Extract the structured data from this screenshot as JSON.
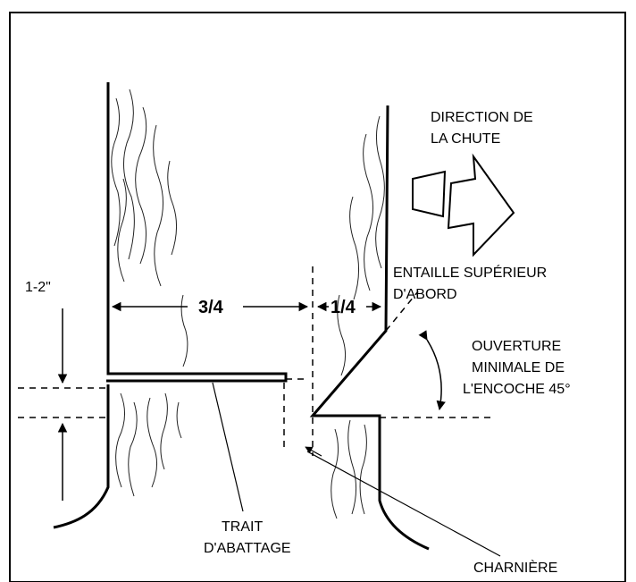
{
  "labels": {
    "direction": [
      "DIRECTION DE",
      "LA CHUTE"
    ],
    "entaille": [
      "ENTAILLE SUPÉRIEUR",
      "D'ABORD"
    ],
    "ouverture": [
      "OUVERTURE",
      "MINIMALE DE",
      "L'ENCOCHE 45°"
    ],
    "height": "1-2\"",
    "three_quarter": "3/4",
    "one_quarter": "1/4",
    "trait": [
      "TRAIT",
      "D'ABATTAGE"
    ],
    "charniere": "CHARNIÈRE"
  }
}
